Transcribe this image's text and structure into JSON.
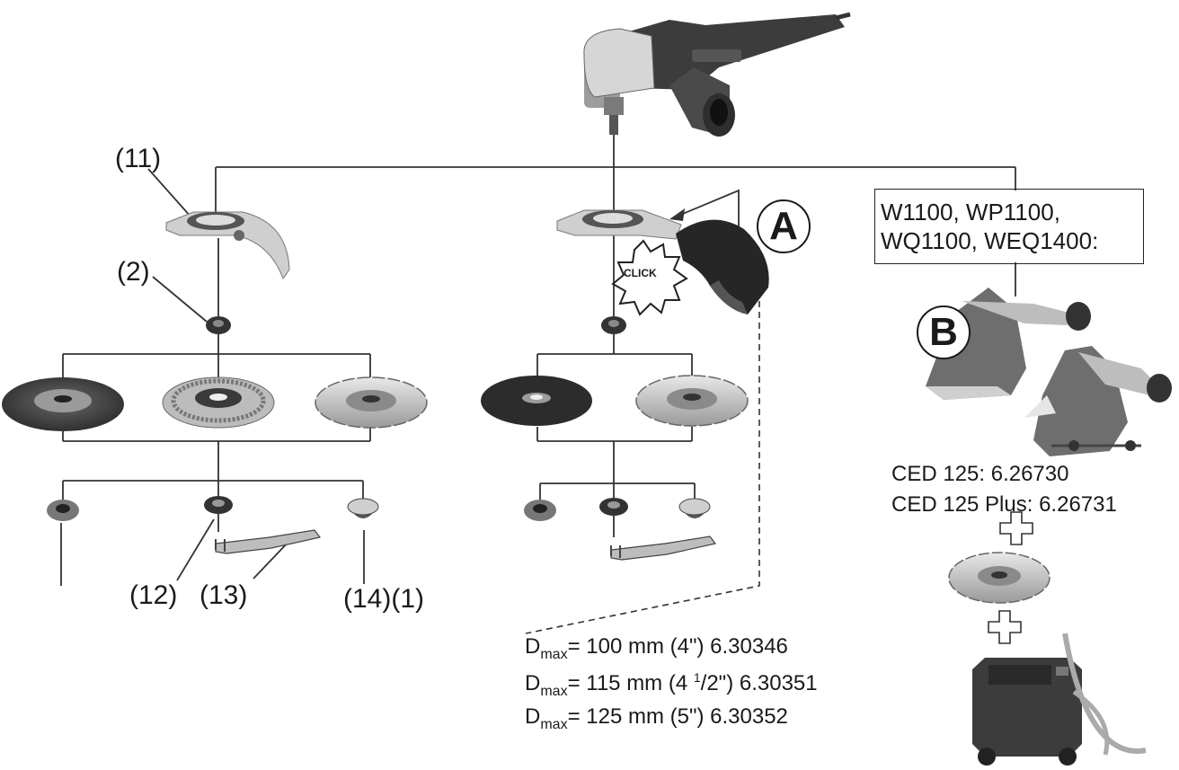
{
  "labels": {
    "guard": "(11)",
    "flange": "(2)",
    "nut": "(12)",
    "spanner": "(13)",
    "quick_nut": "(14)(1)",
    "click": "CLICK",
    "marker_a": "A",
    "marker_b": "B"
  },
  "models": {
    "line1": "W1100, WP1100,",
    "line2": "WQ1100, WEQ1400:"
  },
  "ced": {
    "line1": "CED 125: 6.26730",
    "line2": "CED 125 Plus: 6.26731"
  },
  "dmax": [
    {
      "prefix": "D",
      "sub": "max",
      "text": "= 100 mm (4\") 6.30346"
    },
    {
      "prefix": "D",
      "sub": "max",
      "text_a": "= 115 mm (4 ",
      "sup": "1",
      "text_b": "/2\") 6.30351"
    },
    {
      "prefix": "D",
      "sub": "max",
      "text": "= 125 mm (5\") 6.30352"
    }
  ],
  "icons": [
    "angle-grinder-icon",
    "wheel-guard-icon",
    "support-flange-icon",
    "grinding-disc-icon",
    "flap-disc-icon",
    "diamond-blade-icon",
    "clamping-nut-icon",
    "two-pin-spanner-icon",
    "quick-nut-icon",
    "cutting-guard-icon",
    "plus-icon",
    "vacuum-extractor-icon"
  ]
}
